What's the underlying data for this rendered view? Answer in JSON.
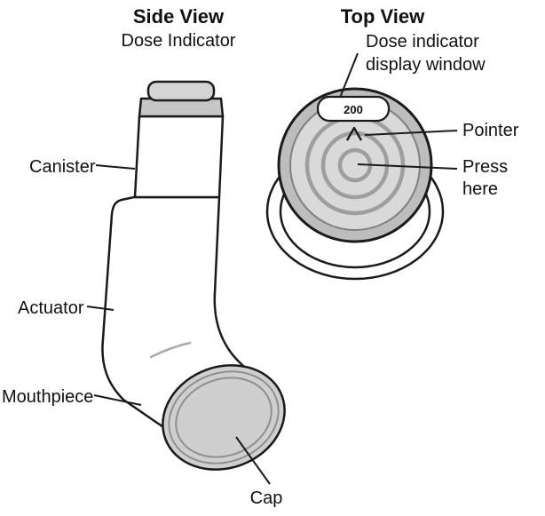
{
  "side_view": {
    "title": "Side View",
    "subtitle": "Dose Indicator",
    "labels": {
      "canister": "Canister",
      "actuator": "Actuator",
      "mouthpiece": "Mouthpiece",
      "cap": "Cap"
    }
  },
  "top_view": {
    "title": "Top View",
    "labels": {
      "window_line1": "Dose indicator",
      "window_line2": "display window",
      "pointer": "Pointer",
      "press_line1": "Press",
      "press_line2": "here"
    },
    "dose_counter_value": "200"
  },
  "colors": {
    "outline": "#1a1a1a",
    "cap_gray": "#cfcfcf",
    "rim_gray": "#bdbdbd",
    "surface_gray": "#d9d9d9",
    "ring_gray": "#9e9e9e",
    "band_gray": "#c6c6c6",
    "top_piece_gray": "#d4d4d4",
    "crease_gray": "#aaaaaa"
  }
}
